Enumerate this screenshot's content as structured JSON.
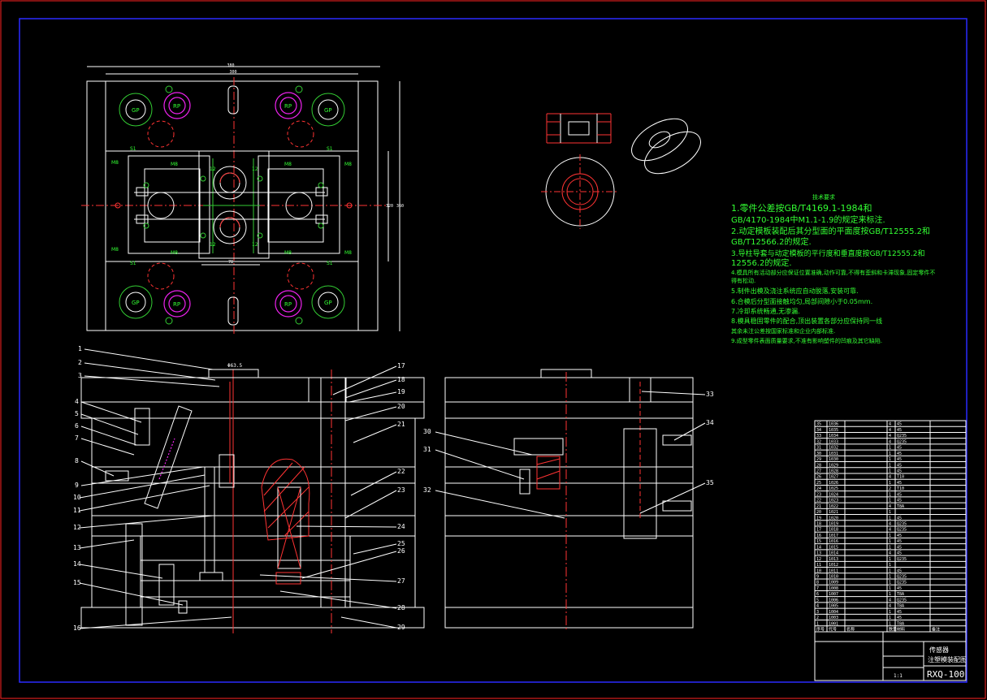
{
  "drawing": {
    "part_code": "RXQ-100",
    "dimension_labels": {
      "top_width_outer": "380",
      "top_width_inner": "300",
      "right_height_inner": "320",
      "right_height_outer": "360",
      "center_width": "78",
      "gate_dim": "Φ63.5"
    },
    "plan_labels": {
      "gp": "GP",
      "rp": "RP",
      "s1": "S1",
      "m8": "M8",
      "n12": "12"
    },
    "tech_req": {
      "title": "技术要求",
      "lines": [
        "1.零件公差按GB/T4169.1-1984和",
        "GB/4170-1984中M1.1-1.9的规定来标注.",
        "2.动定模板装配后其分型面的平面度按GB/T12555.2和",
        "GB/T12566.2的规定.",
        "3.导柱导套与动定模板的平行度和垂直度按GB/T12555.2和",
        "12556.2的规定.",
        "4.模具所有活动部分应保证位置准确,动作可靠,不得有歪斜和卡滞现象,固定零件不",
        "得有松动.",
        "5.制件出模及浇注系统应自动脱落,安装可靠.",
        "6.合模后分型面接触均匀,局部间隙小于0.05mm.",
        "7.冷却系统畅通,无渗漏.",
        "8.模具稳固零件的配合,顶出装置各部分应保持同一线",
        "  其余未注公差按国家标准和企业内部标准.",
        "9.成型零件表面质量要求,不准有影响塑件的凹痕及其它缺陷."
      ]
    },
    "callouts_left": [
      "1",
      "2",
      "3",
      "4",
      "5",
      "6",
      "7",
      "8",
      "9",
      "10",
      "11",
      "12",
      "13",
      "14",
      "15",
      "16"
    ],
    "callouts_right": [
      "17",
      "18",
      "19",
      "20",
      "21",
      "22",
      "23",
      "24",
      "25",
      "26",
      "27",
      "28",
      "29"
    ],
    "callouts_section": [
      "30",
      "31",
      "32",
      "33",
      "34",
      "35"
    ],
    "bom": {
      "rows": [
        [
          "35",
          "1036",
          "",
          "4",
          "45",
          ""
        ],
        [
          "34",
          "1035",
          "",
          "4",
          "45",
          ""
        ],
        [
          "33",
          "1034",
          "",
          "4",
          "Q235",
          ""
        ],
        [
          "32",
          "1033",
          "",
          "4",
          "Q235",
          ""
        ],
        [
          "31",
          "1032",
          "",
          "1",
          "45",
          ""
        ],
        [
          "30",
          "1031",
          "",
          "1",
          "45",
          ""
        ],
        [
          "29",
          "1030",
          "",
          "1",
          "45",
          ""
        ],
        [
          "28",
          "1029",
          "",
          "1",
          "45",
          ""
        ],
        [
          "27",
          "1028",
          "",
          "1",
          "45",
          ""
        ],
        [
          "26",
          "1027",
          "",
          "4",
          "T10",
          ""
        ],
        [
          "25",
          "1026",
          "",
          "1",
          "45",
          ""
        ],
        [
          "24",
          "1025",
          "",
          "2",
          "T10",
          ""
        ],
        [
          "23",
          "1024",
          "",
          "1",
          "45",
          ""
        ],
        [
          "22",
          "1023",
          "",
          "1",
          "45",
          ""
        ],
        [
          "21",
          "1022",
          "",
          "4",
          "T8A",
          ""
        ],
        [
          "20",
          "1021",
          "",
          "1",
          "",
          ""
        ],
        [
          "19",
          "1020",
          "",
          "1",
          "45",
          ""
        ],
        [
          "18",
          "1019",
          "",
          "4",
          "Q235",
          ""
        ],
        [
          "17",
          "1018",
          "",
          "4",
          "Q235",
          ""
        ],
        [
          "16",
          "1017",
          "",
          "1",
          "45",
          ""
        ],
        [
          "15",
          "1016",
          "",
          "1",
          "45",
          ""
        ],
        [
          "14",
          "1015",
          "",
          "1",
          "45",
          ""
        ],
        [
          "13",
          "1014",
          "",
          "4",
          "45",
          ""
        ],
        [
          "12",
          "1013",
          "",
          "1",
          "Q235",
          ""
        ],
        [
          "11",
          "1012",
          "",
          "1",
          "",
          ""
        ],
        [
          "10",
          "1011",
          "",
          "1",
          "45",
          ""
        ],
        [
          "9",
          "1010",
          "",
          "1",
          "Q235",
          ""
        ],
        [
          "8",
          "1009",
          "",
          "1",
          "Q235",
          ""
        ],
        [
          "7",
          "1008",
          "",
          "1",
          "45",
          ""
        ],
        [
          "6",
          "1007",
          "",
          "1",
          "T8A",
          ""
        ],
        [
          "5",
          "1006",
          "",
          "4",
          "Q235",
          ""
        ],
        [
          "4",
          "1005",
          "",
          "4",
          "T8A",
          ""
        ],
        [
          "3",
          "1004",
          "",
          "1",
          "45",
          ""
        ],
        [
          "2",
          "1003",
          "",
          "1",
          "45",
          ""
        ],
        [
          "1",
          "1001",
          "",
          "1",
          "T8A",
          ""
        ]
      ],
      "header": [
        "序号",
        "代号",
        "名称",
        "数量",
        "材料",
        "备注"
      ]
    },
    "title_block": {
      "name_line1": "传感器",
      "name_line2": "注塑模装配图",
      "code": "RXQ-100",
      "scale": "1:1"
    }
  },
  "colors": {
    "background": "#000000",
    "frame": "#2b2bff",
    "red": "#ff3333",
    "green": "#33ff33",
    "white": "#ffffff",
    "magenta": "#ee22ee",
    "cyan": "#33ccff"
  }
}
